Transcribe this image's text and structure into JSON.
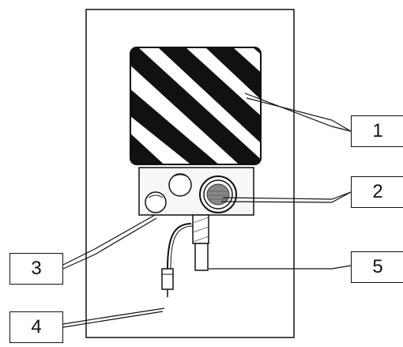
{
  "callouts": {
    "c1": "1",
    "c2": "2",
    "c3": "3",
    "c4": "4",
    "c5": "5"
  },
  "colors": {
    "line": "#111111",
    "stripe": "#111111",
    "background": "#ffffff",
    "housing": "#f7f7f7",
    "lens_fill": "#888888"
  }
}
